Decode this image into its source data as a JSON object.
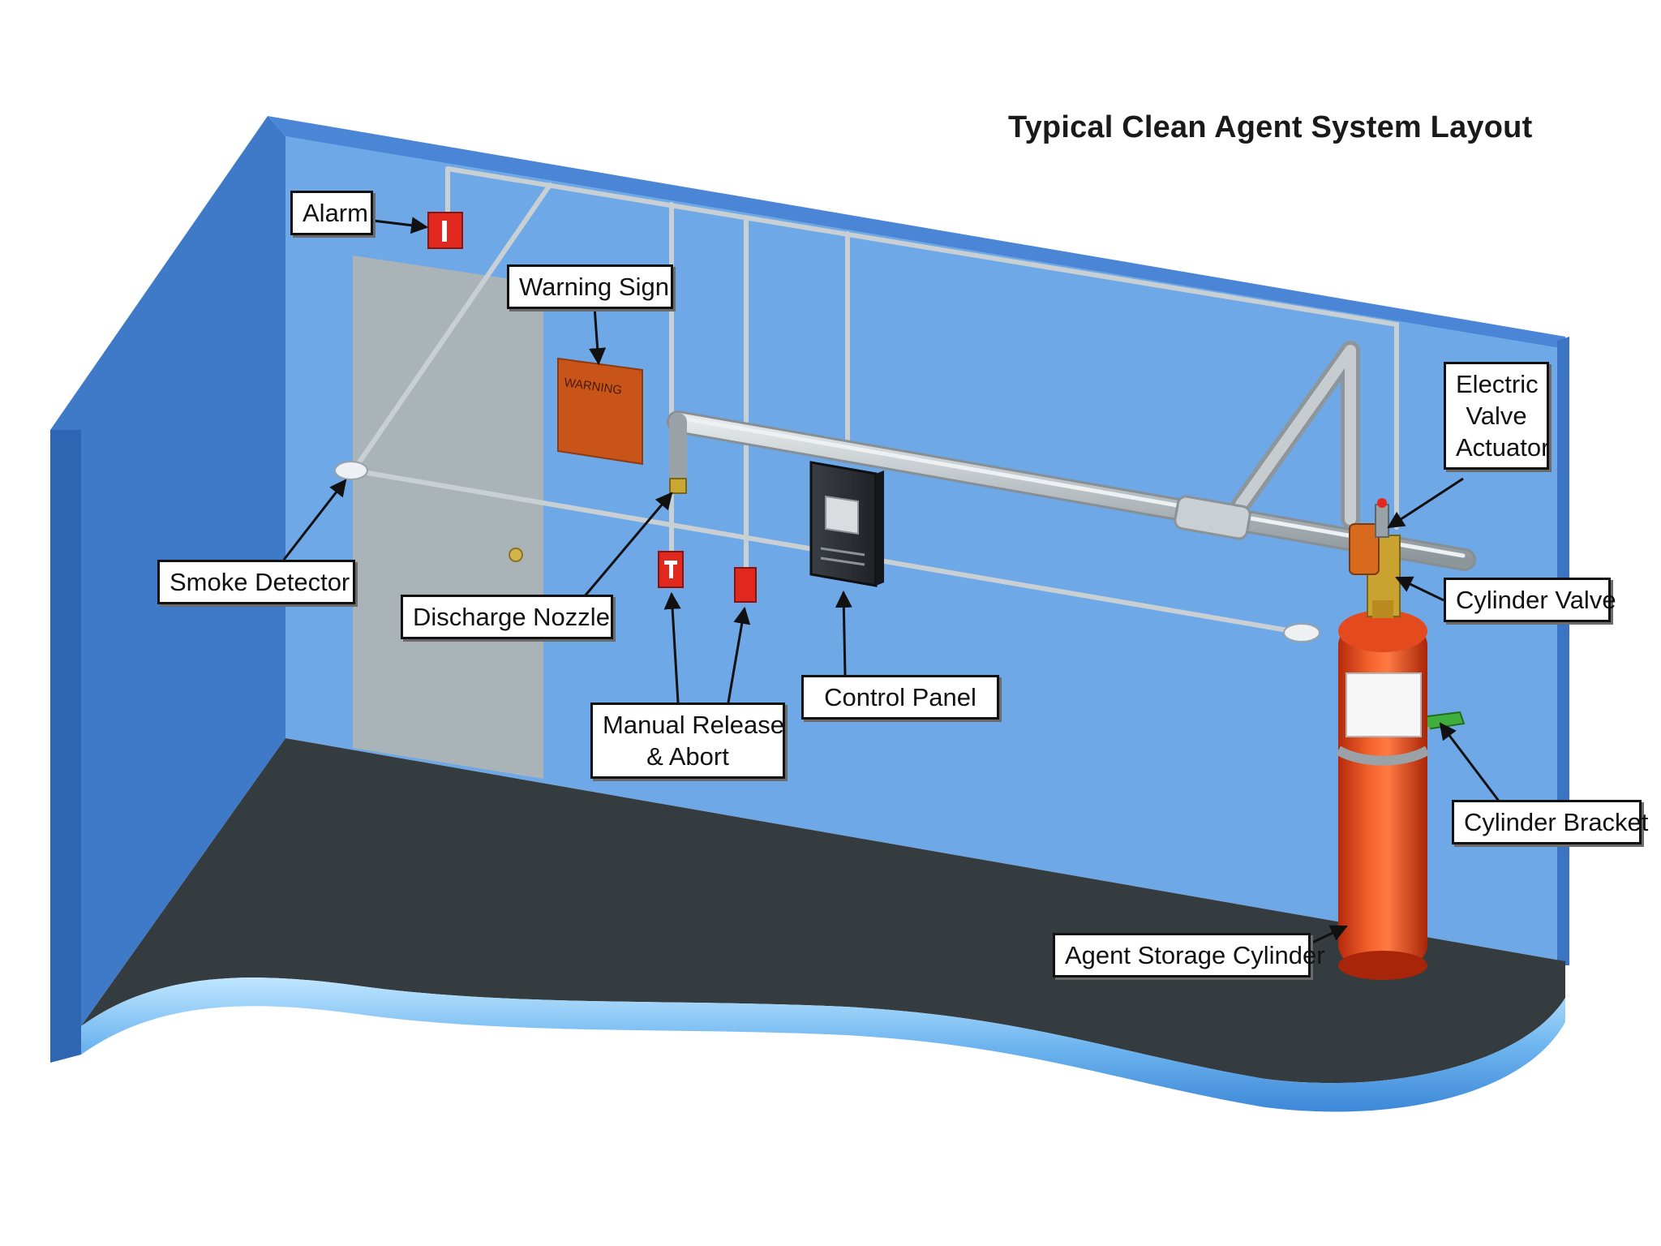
{
  "title": "Typical Clean Agent System Layout",
  "labels": {
    "alarm": "Alarm",
    "warning_sign": "Warning Sign",
    "smoke_detector": "Smoke Detector",
    "discharge_nozzle": "Discharge Nozzle",
    "manual_release_line1": "Manual Release",
    "manual_release_line2": "& Abort",
    "control_panel": "Control Panel",
    "electric_valve_line1": "Electric",
    "electric_valve_line2": "Valve",
    "electric_valve_line3": "Actuator",
    "cylinder_valve": "Cylinder Valve",
    "cylinder_bracket": "Cylinder Bracket",
    "agent_storage_cylinder": "Agent Storage Cylinder"
  },
  "colors": {
    "back_wall": "#6fa8e6",
    "side_wall": "#3f7ac8",
    "wall_top": "#4b86d6",
    "floor": "#353c40",
    "door": "#aab4b8",
    "pipe": "#c2c8cc",
    "cylinder": "#e8401a",
    "warning_sign": "#c8541a",
    "alarm": "#e0281e"
  }
}
